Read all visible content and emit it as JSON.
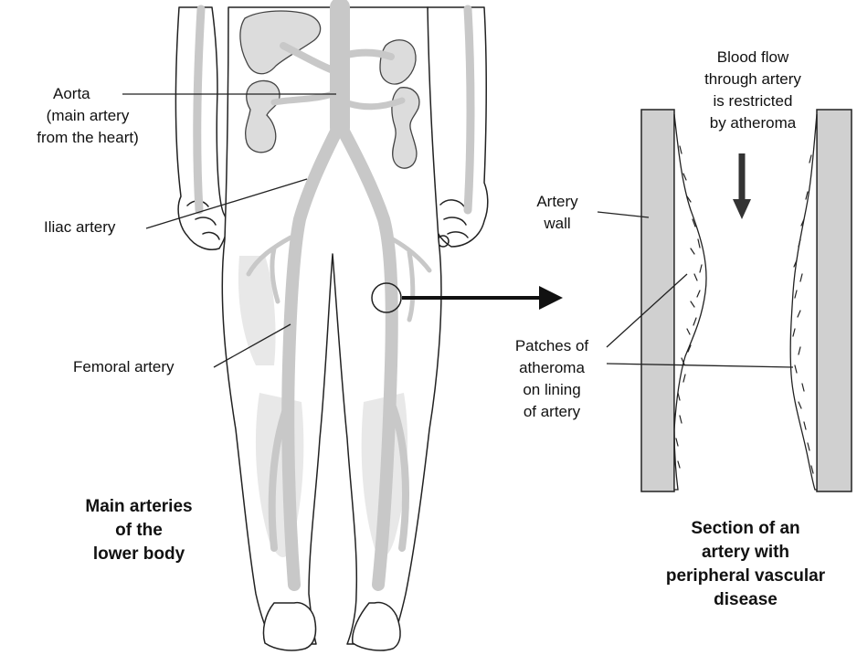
{
  "labels": {
    "aorta": [
      "Aorta",
      "(main artery",
      "from the heart)"
    ],
    "iliac": "Iliac artery",
    "femoral": "Femoral artery",
    "artery_wall": [
      "Artery",
      "wall"
    ],
    "blood_flow": [
      "Blood flow",
      "through artery",
      "is restricted",
      "by atheroma"
    ],
    "patches": [
      "Patches of",
      "atheroma",
      "on lining",
      "of artery"
    ]
  },
  "captions": {
    "left": [
      "Main arteries",
      "of the",
      "lower body"
    ],
    "right": [
      "Section of an",
      "artery with",
      "peripheral vascular",
      "disease"
    ]
  },
  "colors": {
    "artery": "#c8c8c8",
    "organ": "#dcdcdc",
    "wall": "#d0d0d0",
    "ink": "#222222"
  }
}
